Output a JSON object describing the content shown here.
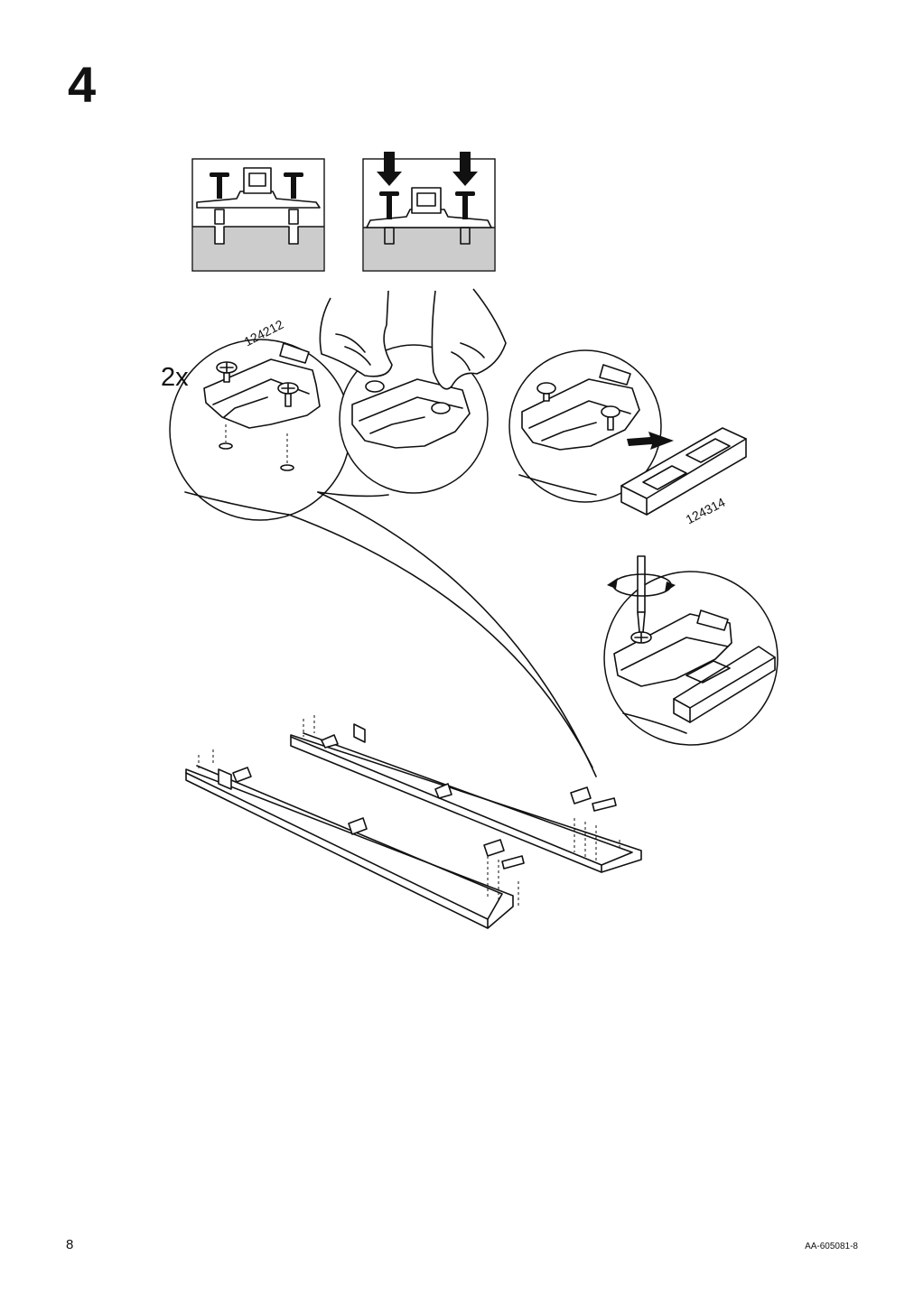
{
  "step": {
    "number": "4"
  },
  "callouts": {
    "quantity": "2x",
    "part_hinge_plate": "124212",
    "part_tool": "124314"
  },
  "footer": {
    "page_number": "8",
    "document_code": "AA-605081-8"
  },
  "colors": {
    "ink": "#111111",
    "surface": "#cccccc",
    "background": "#ffffff"
  }
}
